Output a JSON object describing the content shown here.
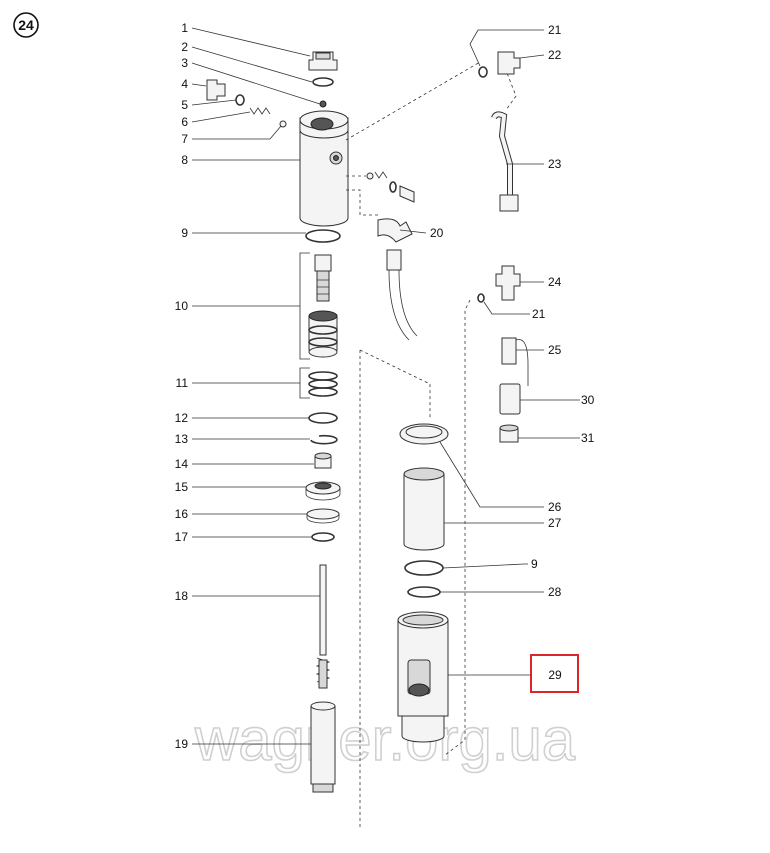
{
  "page_number": "24",
  "watermark": "wagner.org.ua",
  "highlighted_label": "29",
  "highlight_color": "#d9262b",
  "left_labels": [
    "1",
    "2",
    "3",
    "4",
    "5",
    "6",
    "7",
    "8",
    "9",
    "10",
    "11",
    "12",
    "13",
    "14",
    "15",
    "16",
    "17",
    "18",
    "19"
  ],
  "right_labels": [
    "21",
    "22",
    "23",
    "20",
    "24",
    "21",
    "25",
    "30",
    "31",
    "26",
    "27",
    "9",
    "28",
    "29"
  ]
}
